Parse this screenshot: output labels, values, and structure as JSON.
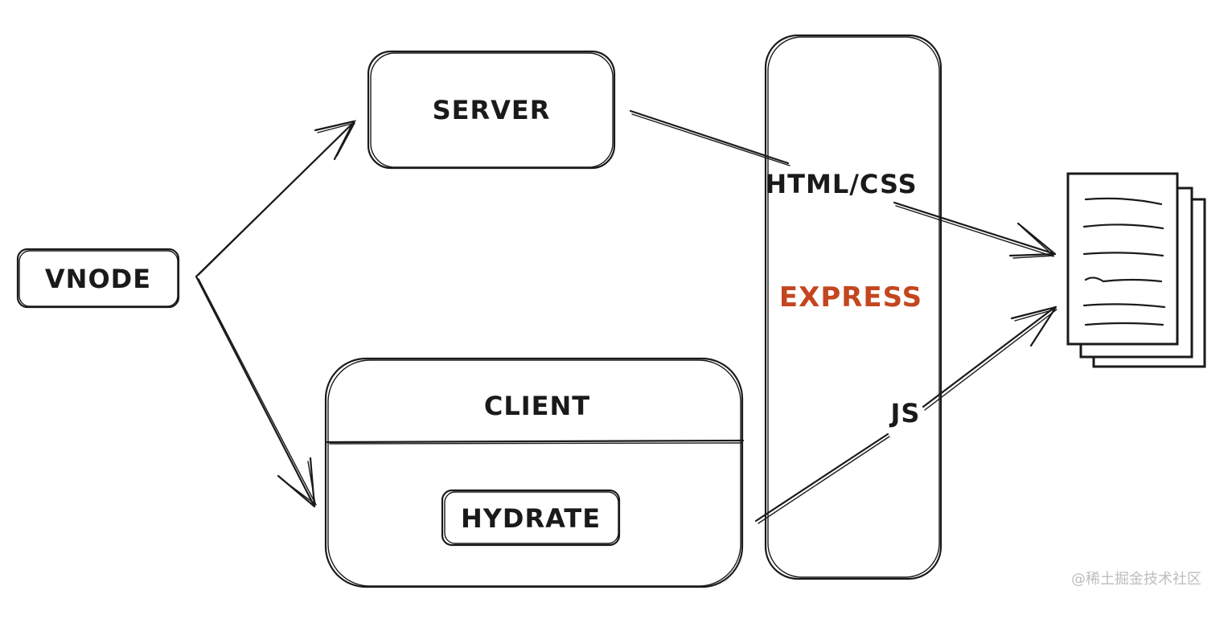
{
  "nodes": {
    "vnode": "VNODE",
    "server": "SERVER",
    "client": "CLIENT",
    "hydrate": "HYDRATE",
    "express": "EXPRESS"
  },
  "edge_labels": {
    "html_css": "HTML/CSS",
    "js": "JS"
  },
  "watermark": "@稀土掘金技术社区",
  "colors": {
    "stroke": "#1a1a1a",
    "accent": "#c4461f",
    "watermark": "#bdbdbd"
  },
  "icons": {
    "output": "document-stack-icon"
  }
}
